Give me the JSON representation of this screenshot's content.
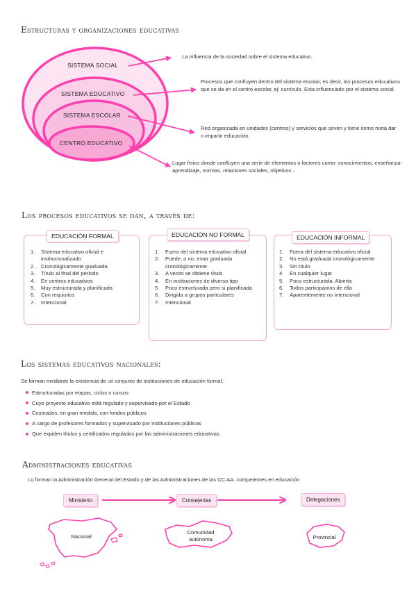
{
  "section1": {
    "heading": "Estructuras y organizaciones educativas",
    "ellipses": [
      {
        "label": "SISTEMA SOCIAL",
        "description": "La influencia de la sociedad sobre el sistema educativo."
      },
      {
        "label": "SISTEMA EDUCATIVO",
        "description": "Procesos que confluyen dentro del sistema escolar, es decir, los procesos educativos que se da en el centro escolar, ej: currículo. Esta influenciado por el sistema social."
      },
      {
        "label": "SISTEMA ESCOLAR",
        "description": "Red organizada en unidades (centros) y servicios que sirven y tiene como meta dar o impartir educación."
      },
      {
        "label": "CENTRO EDUCATIVO",
        "description": "Lugar físico donde confluyen una serie de elementos o factores como: conocimientos, enseñanza-aprendizaje, normas, relaciones sociales, objetivos..."
      }
    ]
  },
  "section2": {
    "heading": "Los procesos educativos se dan, a través de:",
    "boxes": [
      {
        "title": "EDUCACIÓN FORMAL",
        "items": [
          "Sistema educativo oficial e institucionalizado",
          "Cronológicamente graduada",
          "Título al final del periodo",
          "En centros educativos",
          "Muy estructurada y planificada",
          "Con requisitos",
          "Intencional"
        ]
      },
      {
        "title": "EDUCACIÓN NO FORMAL",
        "items": [
          "Fuera del sistema educativo oficial",
          "Puede, o no, estar graduada cronológicamente",
          "A veces se obtiene título",
          "En instituciones de diverso tipo",
          "Poco estructurada pero si planificada",
          "Dirigida a grupos particulares",
          "Intencional"
        ]
      },
      {
        "title": "EDUCACIÓN INFORMAL",
        "items": [
          "Fuera del sistema educativo oficial",
          "No está graduada cronológicamente",
          "Sin título",
          "En cualquier lugar",
          "Poco estructurada. Abierta",
          "Todos participamos de ella",
          "Aparentemente no intencional"
        ]
      }
    ]
  },
  "section3": {
    "heading": "Los sistemas educativos nacionales:",
    "intro": "Se forman mediante la existencia de un conjunto de instituciones de educación formal:",
    "bullets": [
      "Estructuradas por etapas, ciclos o cursos",
      "Cuyo proyecto educativo está regulado y supervisado por el Estado",
      "Costeados, en gran medida, con fondos públicos",
      "A cargo de profesores formados y supervisado por instituciones públicas",
      "Que expiden títulos y certificados regulados por las administraciones educativas."
    ]
  },
  "section4": {
    "heading": "Administraciones educativas",
    "intro": "Lo forman la Administración General del Estado y de las Administraciones de las CC.AA. competentes en educación",
    "levels": [
      {
        "tag": "Ministerio",
        "map_label": "Nacional"
      },
      {
        "tag": "Consejerias",
        "map_label": "Comunidad autónoma"
      },
      {
        "tag": "Delegaciones",
        "map_label": "Provincial"
      }
    ]
  },
  "colors": {
    "accent": "#ff3fae",
    "light_pink": "#fde4f2",
    "border_pink": "#f2a2cf"
  }
}
